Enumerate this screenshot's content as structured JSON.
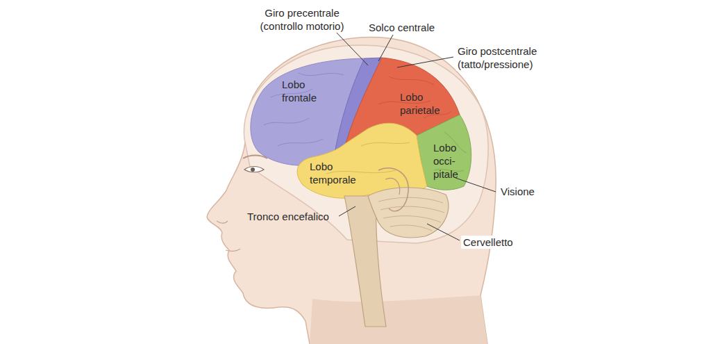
{
  "diagram": {
    "labels": [
      "Giro precentrale (controllo motorio)",
      "Solco centrale",
      "Giro postcentrale (tatto/pressione)",
      "Lobo frontale",
      "Lobo parietale",
      "Lobo occi- pitale",
      "Lobo temporale",
      "Visione",
      "Tronco encefalico",
      "Cervelletto"
    ]
  }
}
